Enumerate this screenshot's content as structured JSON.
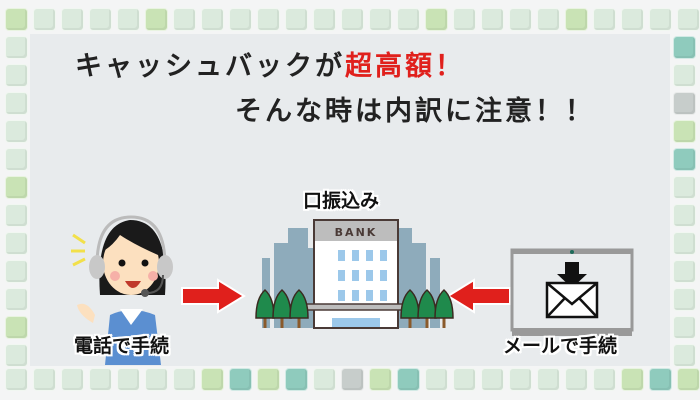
{
  "headline": {
    "line1_prefix": "キャッシュバックが",
    "line1_emphasis": "超高額！",
    "line2": "そんな時は内訳に注意！！"
  },
  "bank": {
    "caption": "口振込み",
    "sign": "BANK"
  },
  "phone": {
    "caption": "電話で手続"
  },
  "mail": {
    "caption": "メールで手続"
  },
  "colors": {
    "accent_red": "#e0201c",
    "panel": "#e8ebed",
    "tiles": [
      "#c9e3b5",
      "#dbeadd",
      "#dbeadd",
      "#dbeadd",
      "#dbeadd",
      "#dbeadd",
      "#dbeadd",
      "#dbeadd",
      "#dbeadd",
      "#dbeadd",
      "#c9e3b5",
      "#dbeadd",
      "#dbeadd",
      "#dbeadd",
      "#dbeadd",
      "#c9e3b5",
      "#dbeadd",
      "#8fcbbd",
      "#dbeadd",
      "#c9e3b5",
      "#dbeadd",
      "#8fcbbd",
      "#dbeadd",
      "#dbeadd",
      "#dbeadd",
      "#c7cdcb",
      "#dbeadd",
      "#c9e3b5",
      "#dbeadd",
      "#8fcbbd"
    ]
  }
}
